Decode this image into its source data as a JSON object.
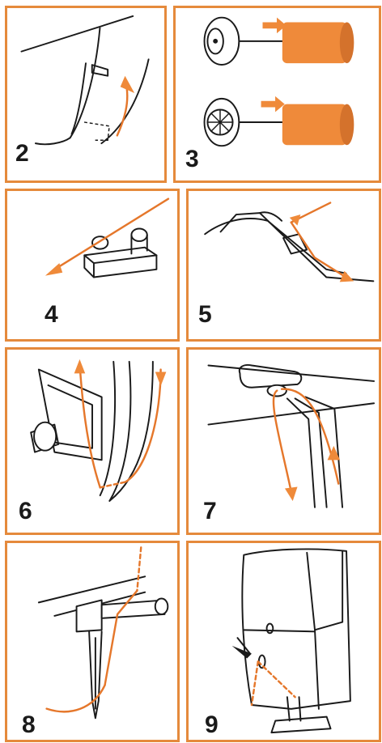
{
  "colors": {
    "frame": "#e58a3c",
    "thread": "#e5772b",
    "spool": "#ef8a3a",
    "ink": "#1a1a1a"
  },
  "steps": [
    {
      "number": "2"
    },
    {
      "number": "3"
    },
    {
      "number": "4"
    },
    {
      "number": "5"
    },
    {
      "number": "6"
    },
    {
      "number": "7"
    },
    {
      "number": "8"
    },
    {
      "number": "9"
    }
  ]
}
